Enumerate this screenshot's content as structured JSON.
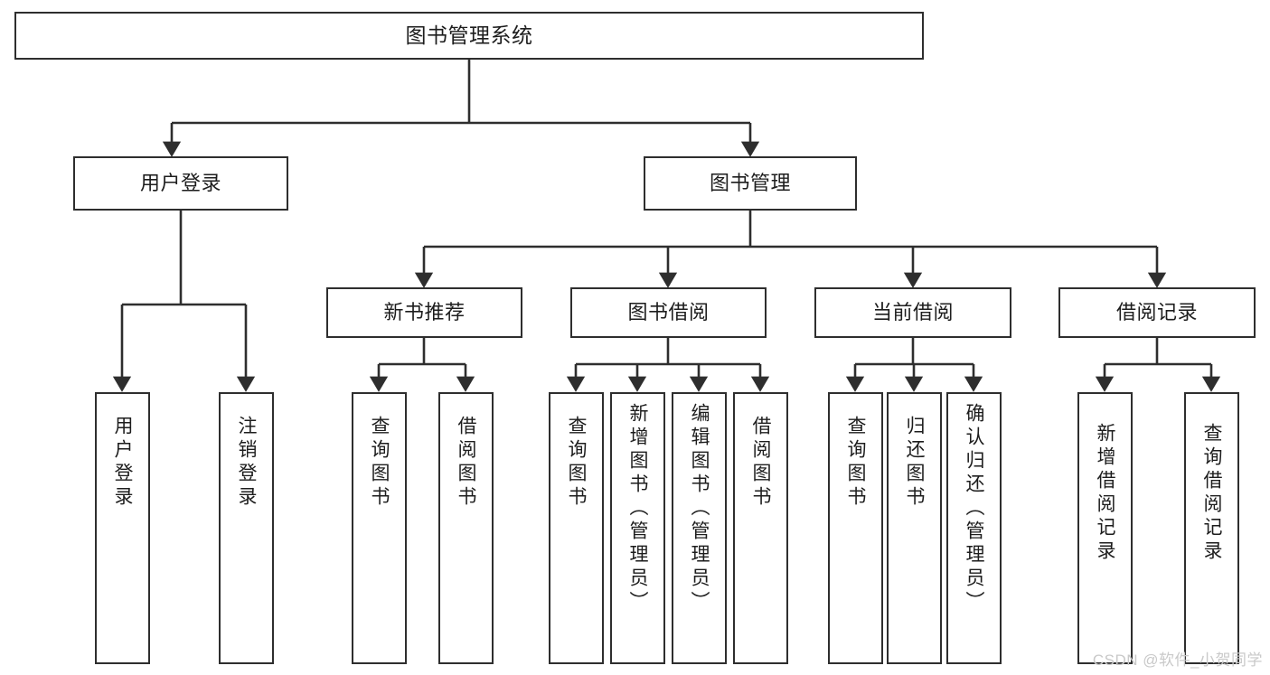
{
  "diagram": {
    "type": "tree-hierarchy",
    "title": "图书管理系统",
    "watermark": "CSDN @软件_小贺同学",
    "colors": {
      "box_border": "#2e2e2e",
      "box_fill": "#ffffff",
      "connector": "#2e2e2e",
      "text": "#1d1d1d",
      "watermark": "#c9c9c9",
      "background": "#ffffff"
    },
    "root": {
      "label": "图书管理系统"
    },
    "level2": [
      {
        "id": "user-login",
        "label": "用户登录"
      },
      {
        "id": "book-management",
        "label": "图书管理"
      }
    ],
    "level3": [
      {
        "id": "new-book-recommend",
        "label": "新书推荐",
        "parent": "book-management"
      },
      {
        "id": "book-borrow",
        "label": "图书借阅",
        "parent": "book-management"
      },
      {
        "id": "current-borrow",
        "label": "当前借阅",
        "parent": "book-management"
      },
      {
        "id": "borrow-record",
        "label": "借阅记录",
        "parent": "book-management"
      }
    ],
    "leaves": [
      {
        "id": "leaf-user-login",
        "label": "用户登录",
        "parent": "user-login"
      },
      {
        "id": "leaf-user-logout",
        "label": "注销登录",
        "parent": "user-login"
      },
      {
        "id": "leaf-query-book-1",
        "label": "查询图书",
        "parent": "new-book-recommend"
      },
      {
        "id": "leaf-borrow-book-1",
        "label": "借阅图书",
        "parent": "new-book-recommend"
      },
      {
        "id": "leaf-query-book-2",
        "label": "查询图书",
        "parent": "book-borrow"
      },
      {
        "id": "leaf-add-book",
        "label": "新增图书（管理员）",
        "parent": "book-borrow"
      },
      {
        "id": "leaf-edit-book",
        "label": "编辑图书（管理员）",
        "parent": "book-borrow"
      },
      {
        "id": "leaf-borrow-book-2",
        "label": "借阅图书",
        "parent": "book-borrow"
      },
      {
        "id": "leaf-query-book-3",
        "label": "查询图书",
        "parent": "current-borrow"
      },
      {
        "id": "leaf-return-book",
        "label": "归还图书",
        "parent": "current-borrow"
      },
      {
        "id": "leaf-confirm-return",
        "label": "确认归还（管理员）",
        "parent": "current-borrow"
      },
      {
        "id": "leaf-add-record",
        "label": "新增借阅记录",
        "parent": "borrow-record"
      },
      {
        "id": "leaf-query-record",
        "label": "查询借阅记录",
        "parent": "borrow-record"
      }
    ]
  }
}
